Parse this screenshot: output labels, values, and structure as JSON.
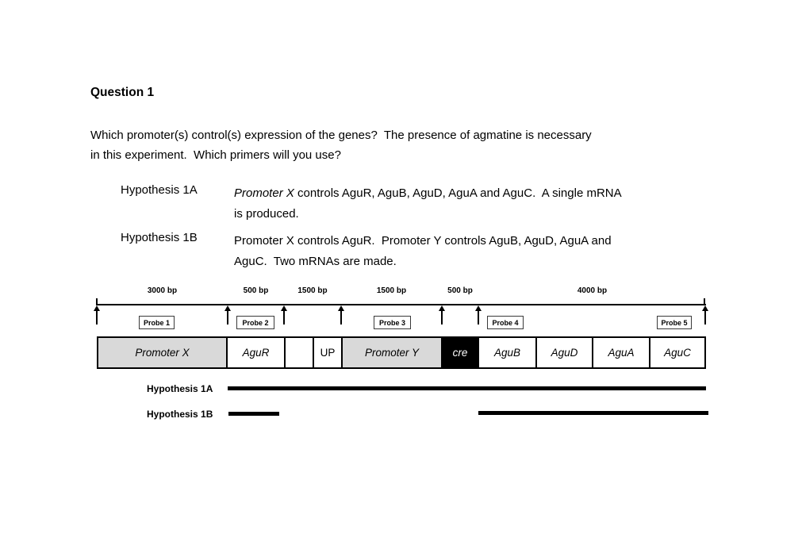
{
  "header": {
    "title": "Question 1"
  },
  "question": {
    "line1": "Which promoter(s) control(s) expression of the genes?  The presence of agmatine is necessary",
    "line2": "in this experiment.  Which primers will you use?"
  },
  "hypotheses": [
    {
      "label": "Hypothesis 1A",
      "lead_italic": "Promoter X",
      "line1_rest": " controls AguR, AguB, AguD, AguA and AguC.  A single mRNA",
      "line2": "is produced."
    },
    {
      "label": "Hypothesis 1B",
      "line1": "Promoter X controls AguR.  Promoter Y controls AguB, AguD, AguA and",
      "line2": "AguC.  Two mRNAs are made."
    }
  ],
  "diagram": {
    "scale_labels": [
      "3000 bp",
      "500 bp",
      "1500 bp",
      "1500 bp",
      "500 bp",
      "4000 bp"
    ],
    "probes": [
      "Probe 1",
      "Probe 2",
      "Probe 3",
      "Probe 4",
      "Probe 5"
    ],
    "genes": [
      "Promoter X",
      "AguR",
      "",
      "UP",
      "Promoter Y",
      "cre",
      "AguB",
      "AguD",
      "AguA",
      "AguC"
    ],
    "tracks": [
      {
        "label": "Hypothesis 1A"
      },
      {
        "label": "Hypothesis 1B"
      }
    ],
    "colors": {
      "promoter_fill": "#d9d9d9",
      "cre_fill": "#000000",
      "cre_text": "#ffffff",
      "mrna_bar": "#000000"
    }
  }
}
